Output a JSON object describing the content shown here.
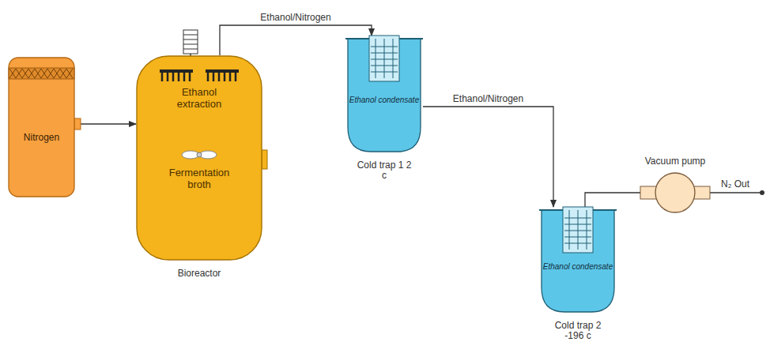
{
  "diagram": {
    "nodes": [
      {
        "text": [
          "Nitrogen"
        ]
      },
      {
        "text": [
          "Ethanol extraction",
          "Fermentation broth",
          "Bioreactor"
        ]
      },
      {
        "text": [
          "Ethanol condensate",
          "Cold trap 1 2 c"
        ]
      },
      {
        "text": [
          "Ethanol condensate",
          "Cold trap 2 -196 c"
        ]
      },
      {
        "text": [
          "Vacuum pump"
        ]
      }
    ],
    "edges": [
      {
        "from": 0,
        "to": 1,
        "arrow": "to"
      },
      {
        "from": 1,
        "to": 2,
        "label": "Ethanol/Nitrogen",
        "arrow": "to"
      },
      {
        "from": 2,
        "to": 3,
        "label": "Ethanol/Nitrogen",
        "arrow": "to"
      },
      {
        "from": 3,
        "to": 4,
        "arrow": "none"
      }
    ],
    "labels": [
      "N₂ Out"
    ]
  }
}
